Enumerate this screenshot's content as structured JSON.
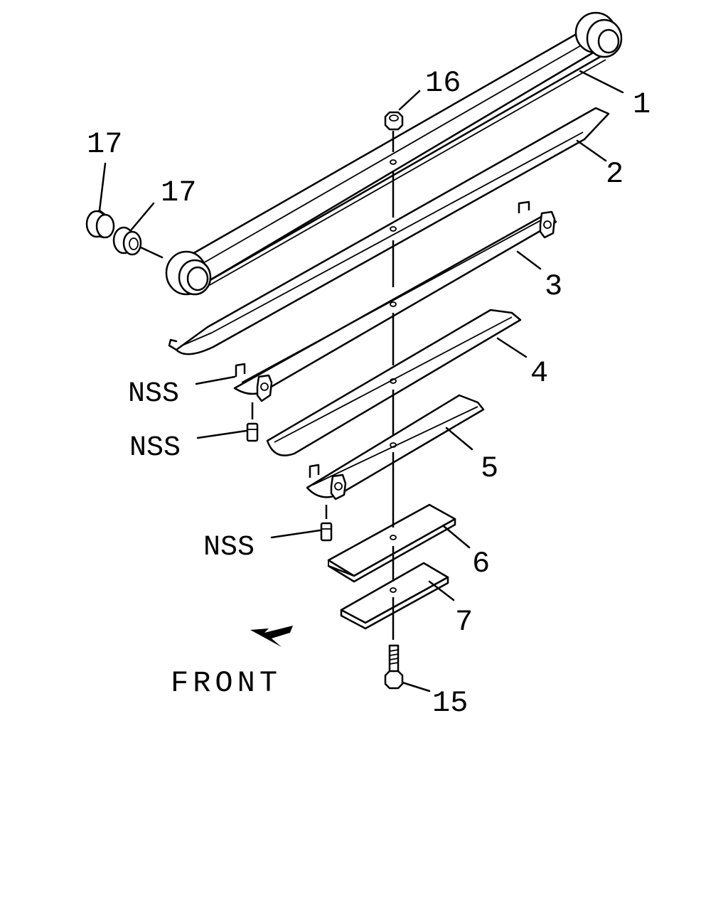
{
  "diagram": {
    "callouts": {
      "c1": "1",
      "c2": "2",
      "c3": "3",
      "c4": "4",
      "c5": "5",
      "c6": "6",
      "c7": "7",
      "c15": "15",
      "c16": "16",
      "c17a": "17",
      "c17b": "17",
      "nss1": "NSS",
      "nss2": "NSS",
      "nss3": "NSS"
    },
    "direction_label": "FRONT",
    "icons": [
      "front-arrow-icon"
    ]
  }
}
